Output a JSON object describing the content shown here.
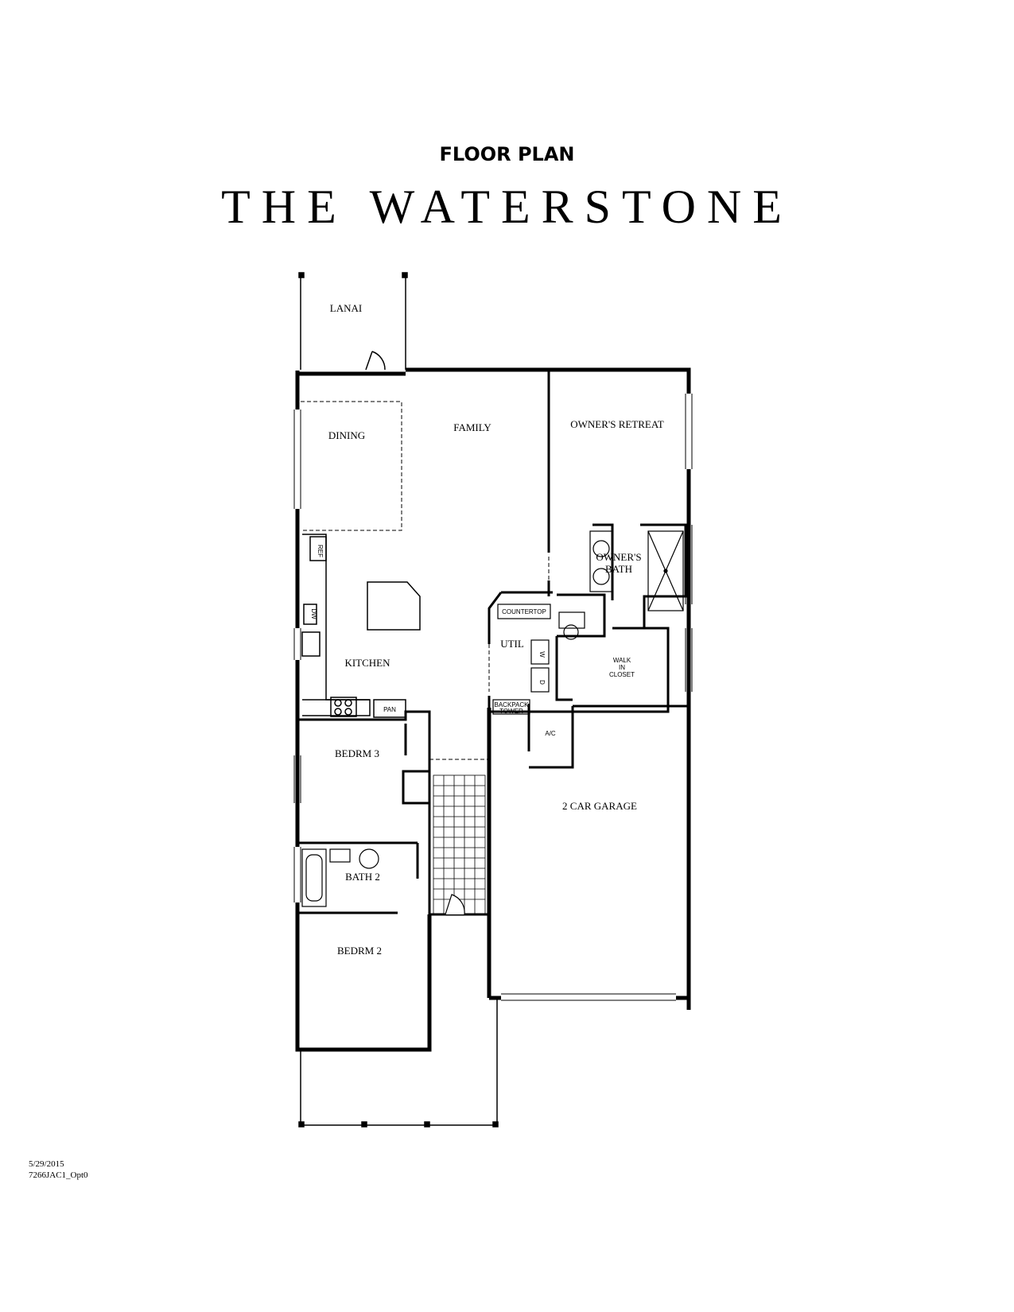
{
  "header": {
    "subtitle": "FLOOR PLAN",
    "title": "THE WATERSTONE"
  },
  "rooms": {
    "lanai": "LANAI",
    "dining": "DINING",
    "family": "FAMILY",
    "owners_retreat": "OWNER'S RETREAT",
    "owners_bath_1": "OWNER'S",
    "owners_bath_2": "BATH",
    "kitchen": "KITCHEN",
    "util": "UTIL",
    "walk_in_closet_1": "WALK",
    "walk_in_closet_2": "IN",
    "walk_in_closet_3": "CLOSET",
    "bedrm_3": "BEDRM 3",
    "bath_2": "BATH 2",
    "bedrm_2": "BEDRM 2",
    "garage": "2 CAR GARAGE"
  },
  "fixtures": {
    "ref": "REF",
    "dw": "DW",
    "pan": "PAN",
    "countertop": "COUNTERTOP",
    "washer": "W",
    "dryer": "D",
    "backpack_1": "BACKPACK",
    "backpack_2": "TOWER",
    "ac": "A/C"
  },
  "footer": {
    "date": "5/29/2015",
    "code": "7266JAC1_Opt0"
  }
}
